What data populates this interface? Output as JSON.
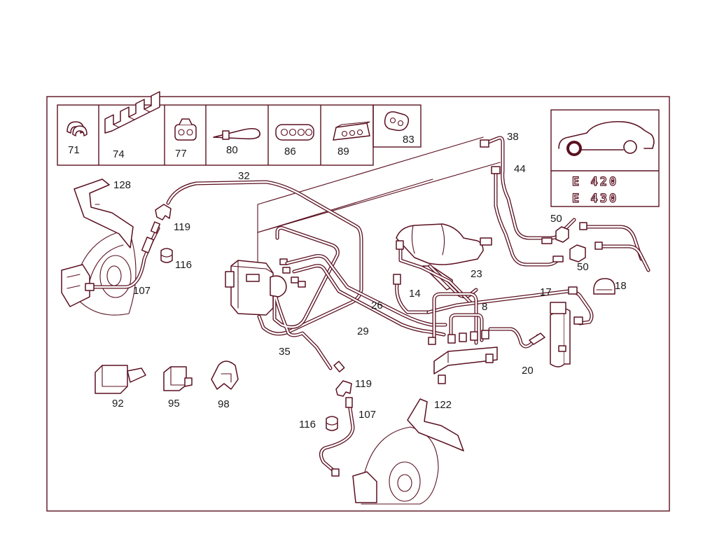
{
  "callouts": {
    "c71": "71",
    "c74": "74",
    "c77": "77",
    "c80": "80",
    "c86": "86",
    "c89": "89",
    "c83": "83",
    "c38": "38",
    "c44": "44",
    "c50a": "50",
    "c50b": "50",
    "c18": "18",
    "c128": "128",
    "c32": "32",
    "c119a": "119",
    "c116a": "116",
    "c107a": "107",
    "c23": "23",
    "c14": "14",
    "c17": "17",
    "c8": "8",
    "c26": "26",
    "c29": "29",
    "c35": "35",
    "c20": "20",
    "c92": "92",
    "c95": "95",
    "c98": "98",
    "c119b": "119",
    "c107b": "107",
    "c116b": "116",
    "c122": "122"
  },
  "model_badges": [
    "E 420",
    "E 430"
  ],
  "colors": {
    "line": "#5a1020",
    "label": "#1a1a1a",
    "background": "#ffffff"
  }
}
